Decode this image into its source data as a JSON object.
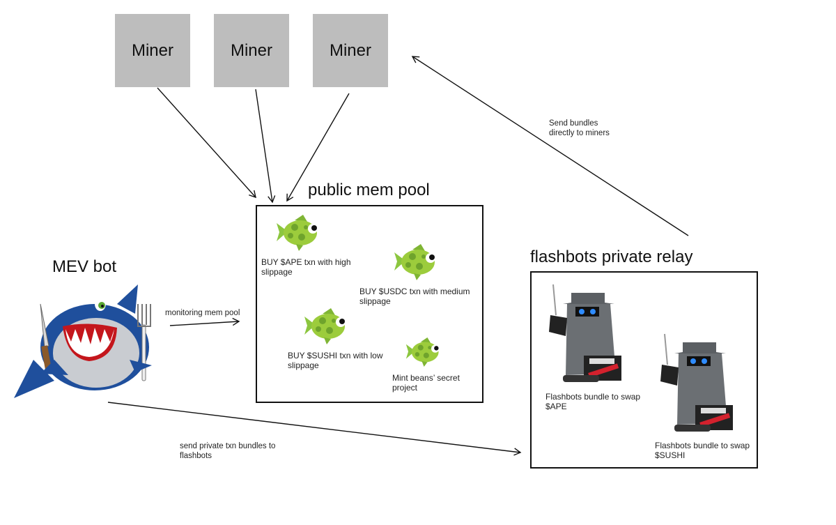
{
  "miners": [
    {
      "label": "Miner"
    },
    {
      "label": "Miner"
    },
    {
      "label": "Miner"
    }
  ],
  "mempool": {
    "title": "public mem pool",
    "transactions": [
      {
        "icon": "fish-icon",
        "label_line1": "BUY $APE txn with high",
        "label_line2": "slippage"
      },
      {
        "icon": "fish-icon",
        "label_line1": "BUY $USDC txn with medium",
        "label_line2": "slippage"
      },
      {
        "icon": "fish-icon",
        "label_line1": "BUY $SUSHI txn with low",
        "label_line2": "slippage"
      },
      {
        "icon": "fish-icon",
        "label_line1": "Mint beans’ secret",
        "label_line2": "project"
      }
    ]
  },
  "mev_bot": {
    "title": "MEV bot",
    "icon": "shark-icon"
  },
  "relay": {
    "title": "flashbots private relay",
    "bundles": [
      {
        "icon": "spy-agent-icon",
        "label_line1": "Flashbots bundle to swap",
        "label_line2": "$APE"
      },
      {
        "icon": "spy-agent-icon",
        "label_line1": "Flashbots bundle to swap",
        "label_line2": "$SUSHI"
      }
    ]
  },
  "edges": {
    "monitoring": "monitoring mem pool",
    "send_private_line1": "send private txn bundles to",
    "send_private_line2": "flashbots",
    "send_miners_line1": "Send bundles",
    "send_miners_line2": "directly to miners"
  },
  "colors": {
    "miner_fill": "#bdbdbd",
    "fish_green": "#8cc63f",
    "shark_blue": "#1f4f9c",
    "spy_gray": "#6b6f73"
  }
}
